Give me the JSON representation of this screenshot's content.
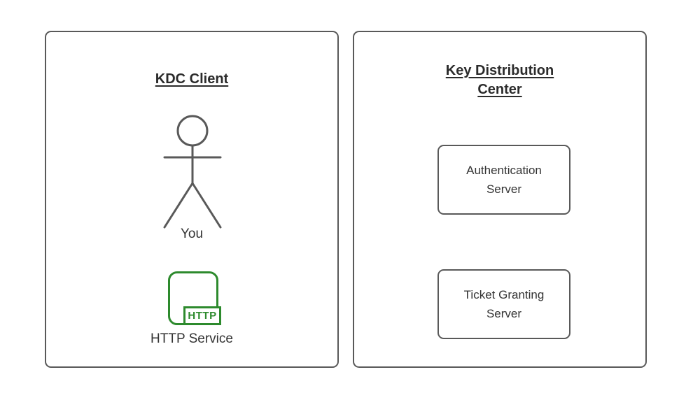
{
  "left_panel": {
    "title": "KDC Client",
    "actor_label": "You",
    "service_icon_text": "HTTP",
    "service_label": "HTTP Service"
  },
  "right_panel": {
    "title_lines": [
      "Key Distribution",
      "Center"
    ],
    "boxes": [
      {
        "lines": [
          "Authentication",
          "Server"
        ]
      },
      {
        "lines": [
          "Ticket Granting",
          "Server"
        ]
      }
    ]
  },
  "colors": {
    "panel_border": "#595959",
    "heading_text": "#2b2b2b",
    "body_text": "#333333",
    "service_green": "#2d8a2d",
    "background": "#ffffff"
  }
}
